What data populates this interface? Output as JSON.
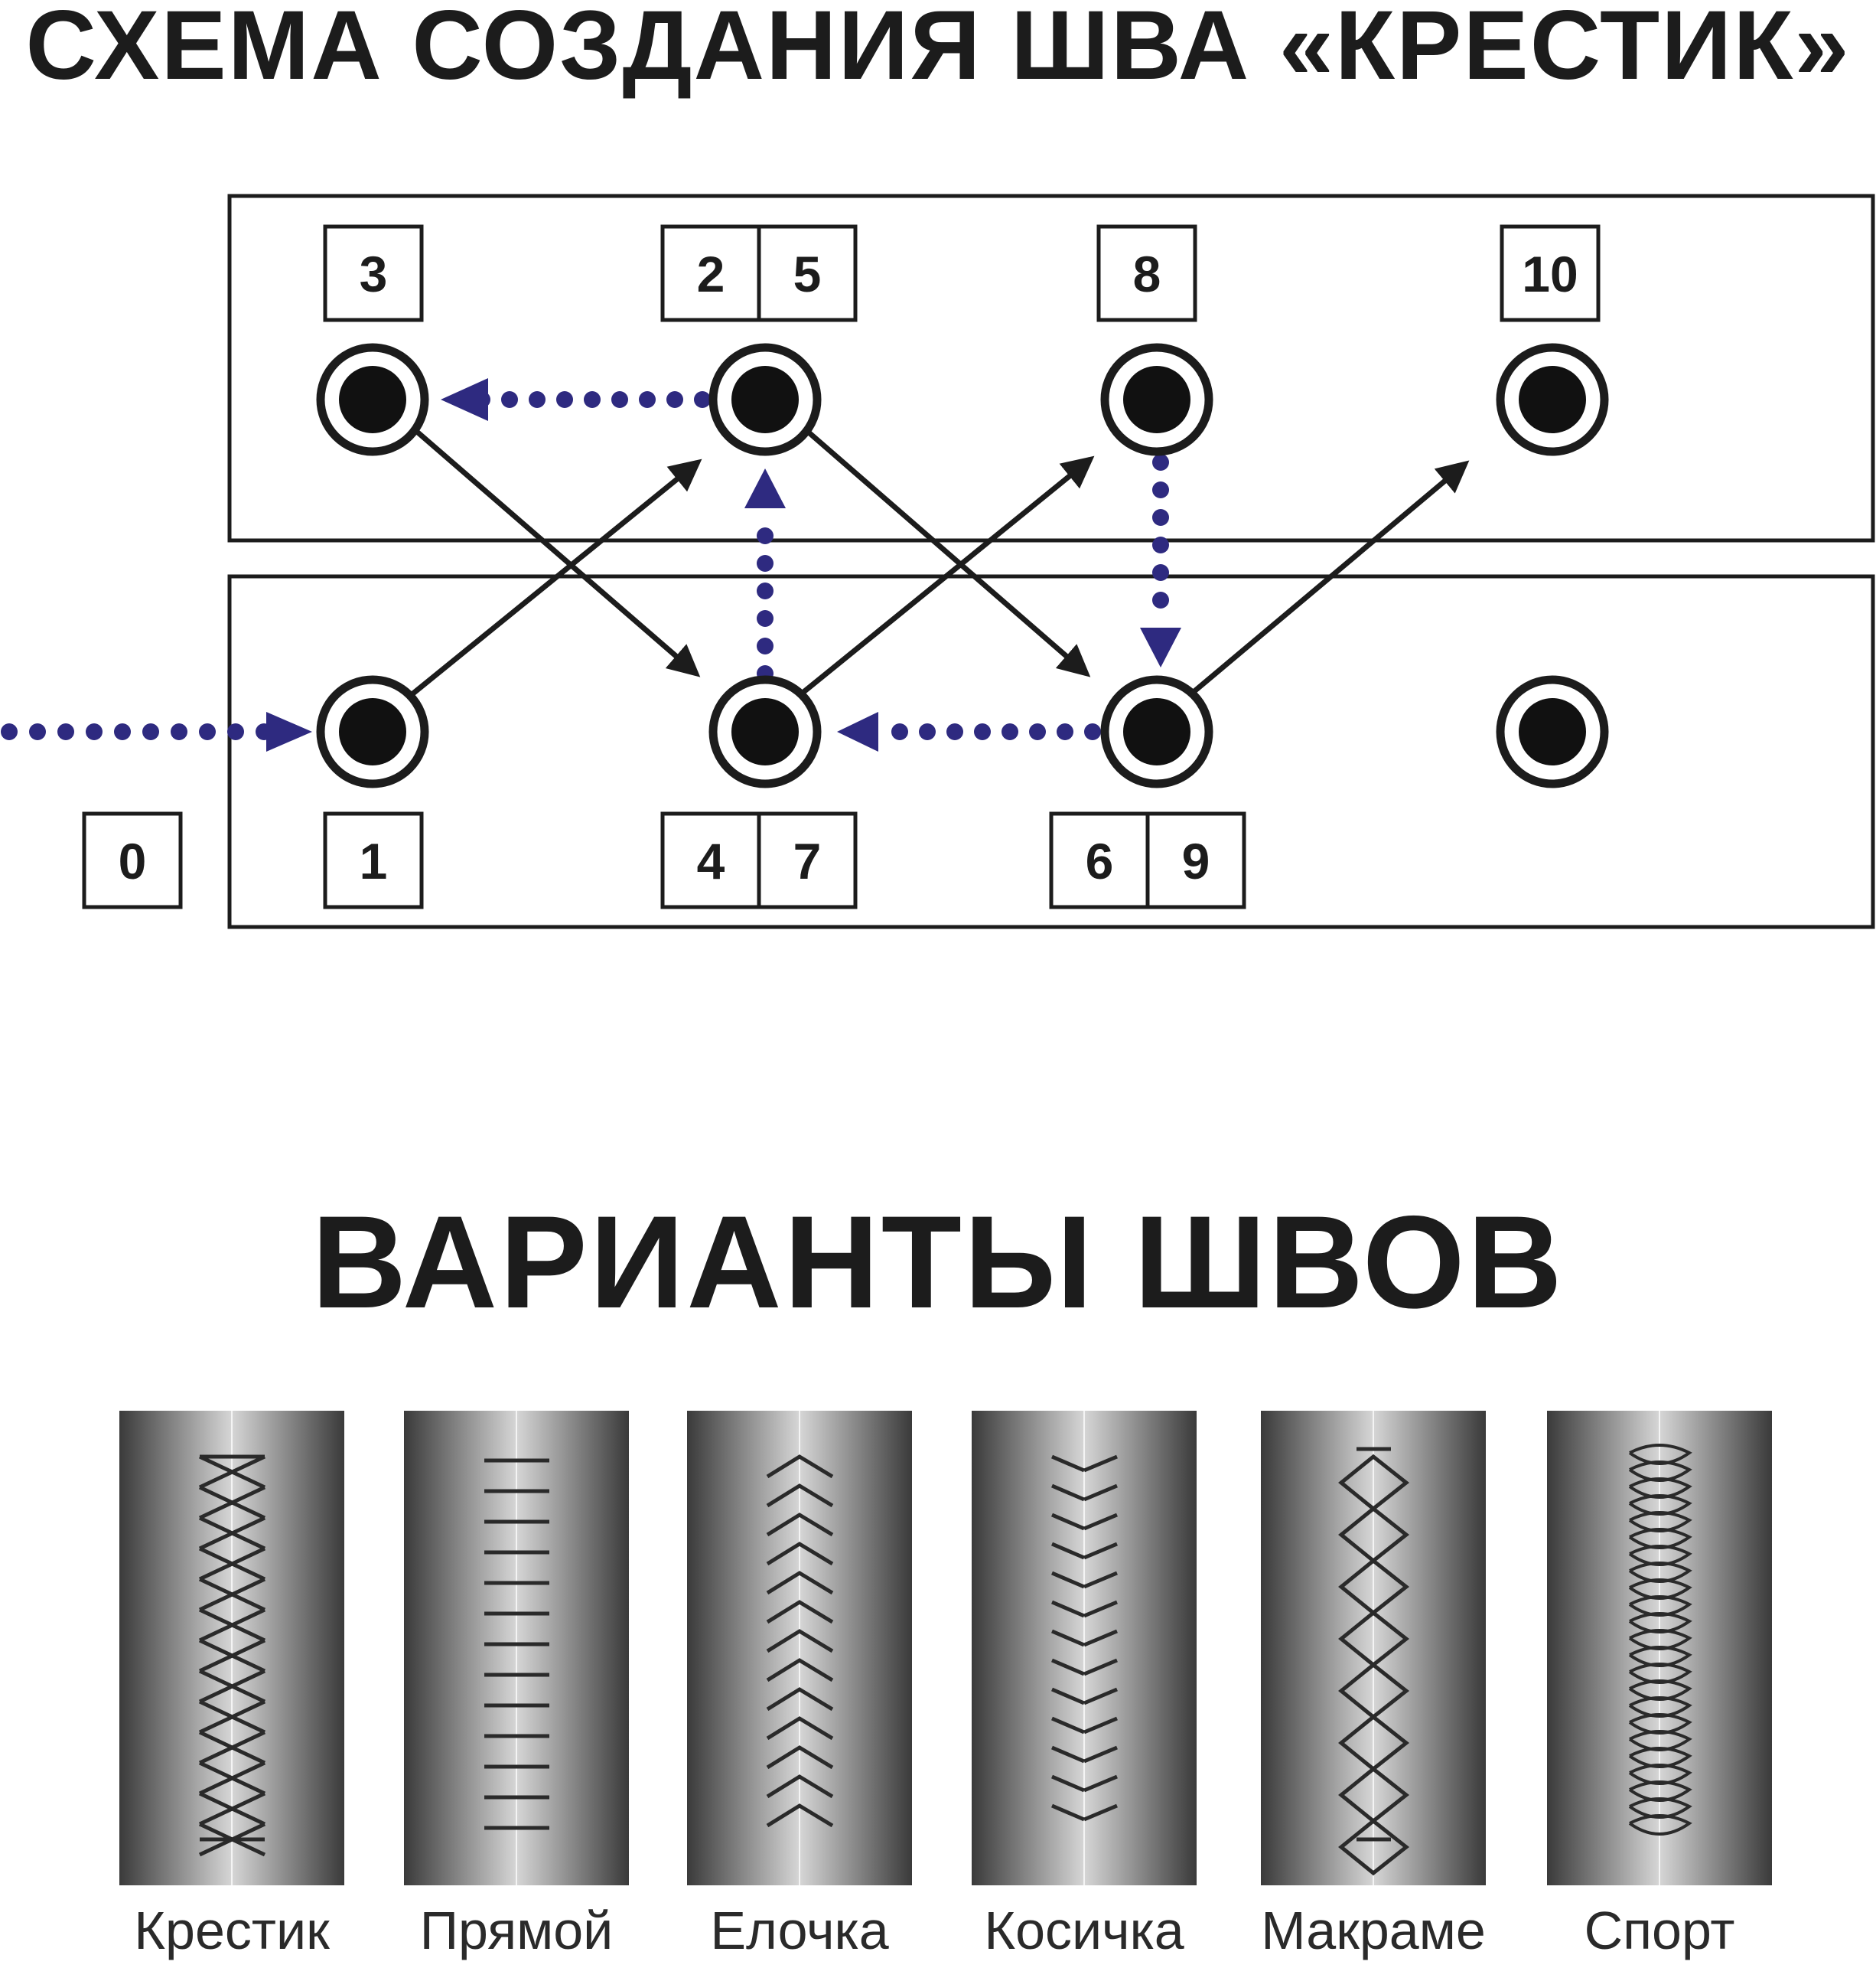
{
  "header": {
    "title": "СХЕМА СОЗДАНИЯ ШВА «КРЕСТИК»"
  },
  "scheme": {
    "labels": {
      "s0": "0",
      "s1": "1",
      "s2": "2",
      "s3": "3",
      "s4": "4",
      "s5": "5",
      "s6": "6",
      "s7": "7",
      "s8": "8",
      "s9": "9",
      "s10": "10"
    }
  },
  "variants": {
    "title": "ВАРИАНТЫ ШВОВ",
    "items": [
      {
        "name": "Крестик"
      },
      {
        "name": "Прямой"
      },
      {
        "name": "Елочка"
      },
      {
        "name": "Косичка"
      },
      {
        "name": "Макраме"
      },
      {
        "name": "Спорт"
      }
    ]
  },
  "colors": {
    "ink": "#1c1c1c",
    "dotted_arrow": "#2e2a80",
    "swatch_dark": "#3a3a3a",
    "swatch_light": "#d6d6d6"
  }
}
